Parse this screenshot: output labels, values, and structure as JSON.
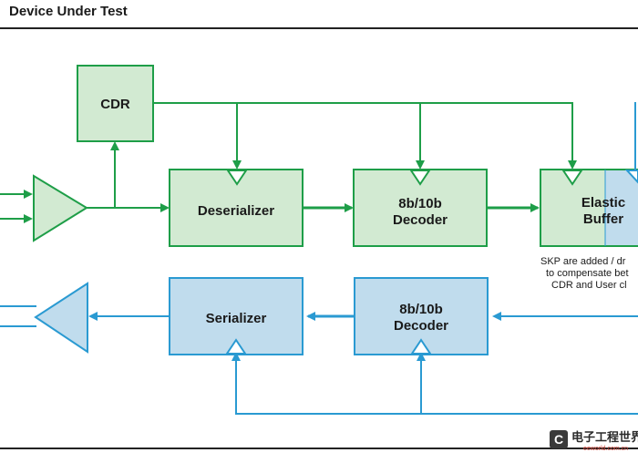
{
  "title": "Device Under Test",
  "blocks": {
    "cdr": "CDR",
    "deserializer": "Deserializer",
    "rx_decoder": [
      "8b/10b",
      "Decoder"
    ],
    "elastic_buffer": [
      "Elastic",
      "Buffer"
    ],
    "serializer": "Serializer",
    "tx_decoder": [
      "8b/10b",
      "Decoder"
    ]
  },
  "note": [
    "SKP are added / dr",
    "to compensate bet",
    "CDR and User cl"
  ],
  "watermark": {
    "text": "电子工程世界",
    "sub": "eeworld.com.cn"
  },
  "colors": {
    "rx_fill": "#d2ead2",
    "rx_stroke": "#1e9e48",
    "tx_fill": "#c0dced",
    "tx_stroke": "#2a9ad2"
  }
}
